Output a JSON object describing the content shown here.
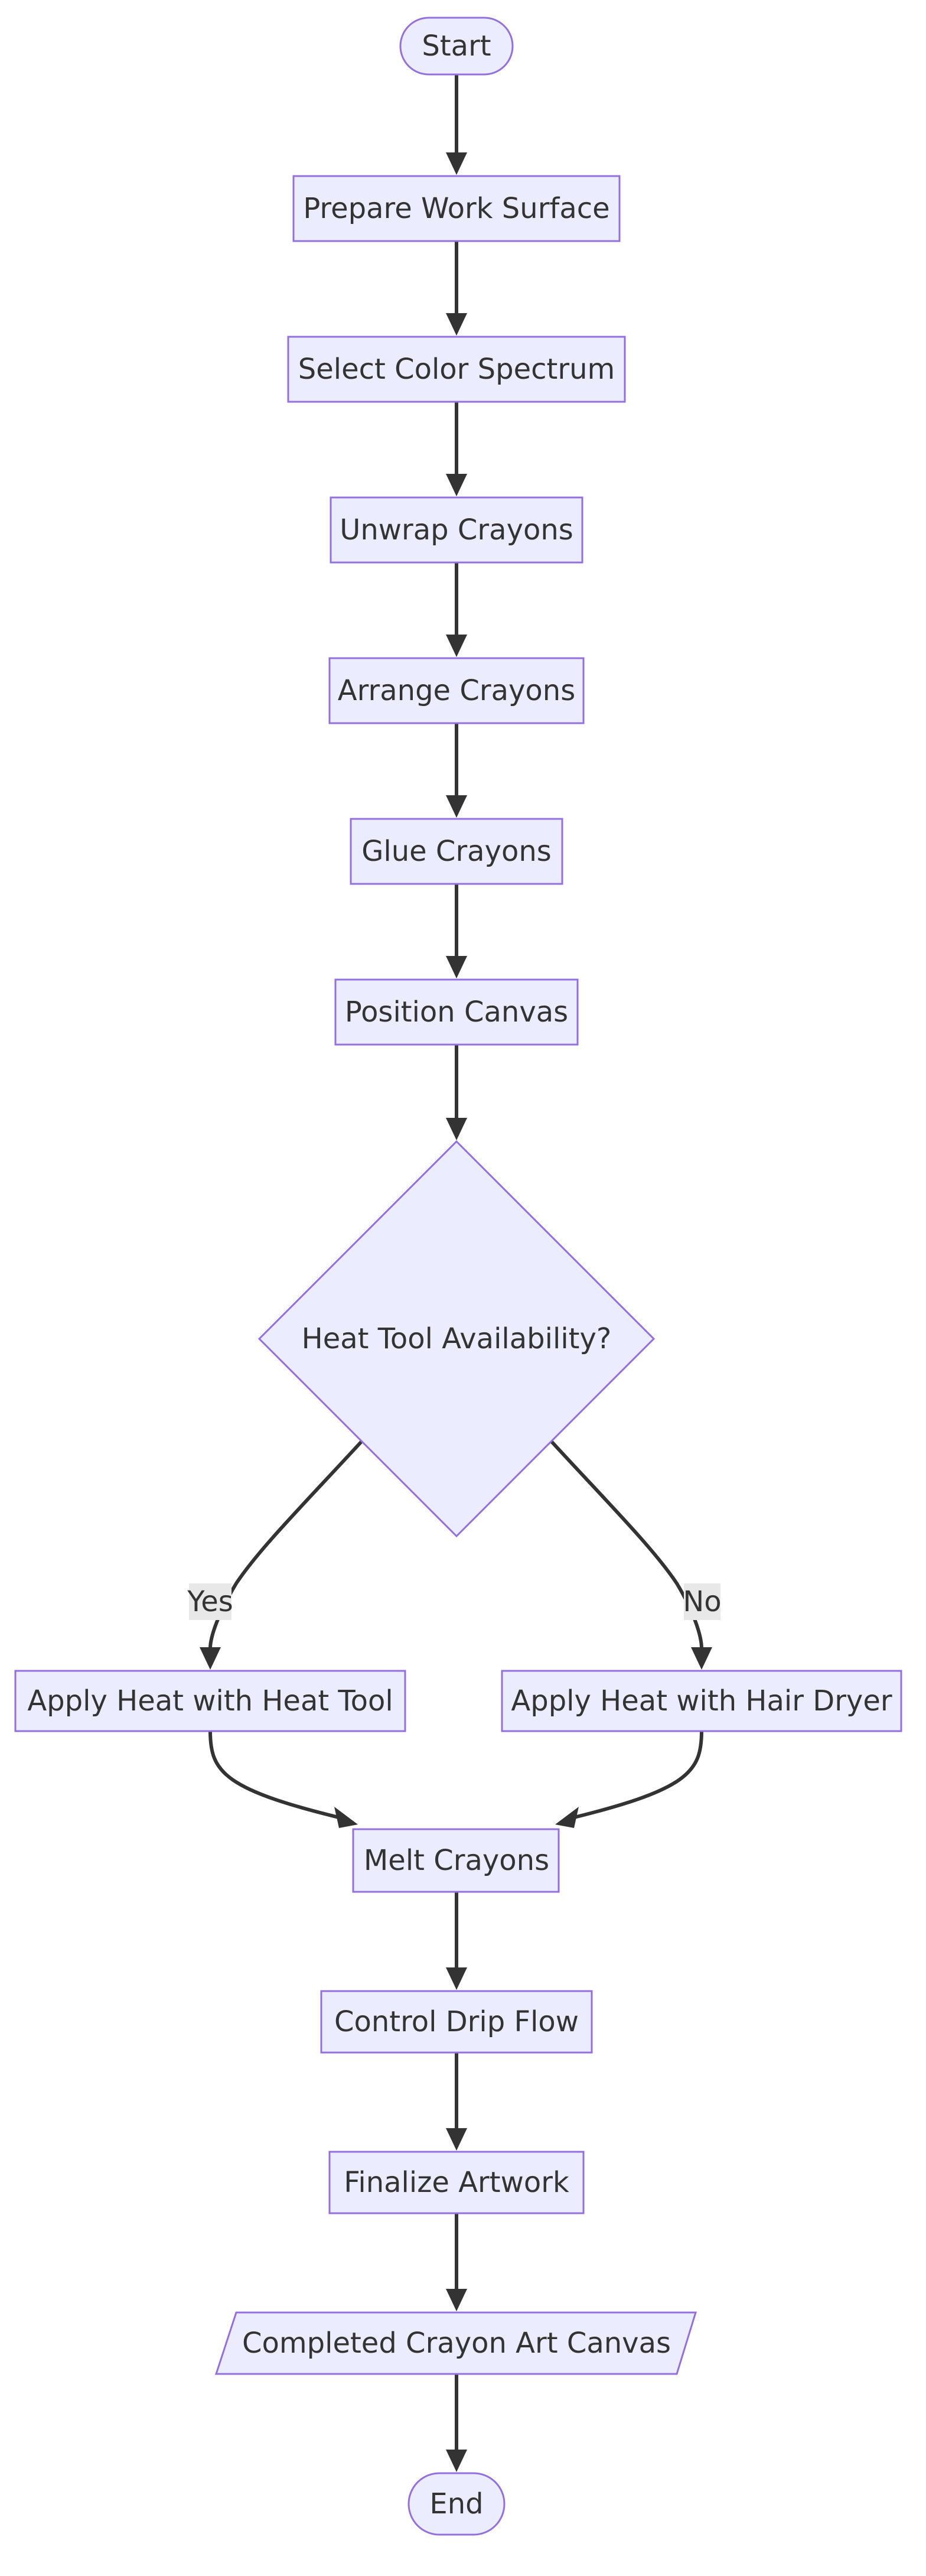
{
  "flowchart": {
    "nodes": {
      "start": "Start",
      "prepare": "Prepare Work Surface",
      "select": "Select Color Spectrum",
      "unwrap": "Unwrap Crayons",
      "arrange": "Arrange Crayons",
      "glue": "Glue Crayons",
      "position": "Position Canvas",
      "decision": "Heat Tool Availability?",
      "heat_tool": "Apply Heat with Heat Tool",
      "hair_dryer": "Apply Heat with Hair Dryer",
      "melt": "Melt Crayons",
      "control": "Control Drip Flow",
      "finalize": "Finalize Artwork",
      "completed": "Completed Crayon Art Canvas",
      "end": "End"
    },
    "edge_labels": {
      "yes": "Yes",
      "no": "No"
    },
    "colors": {
      "node_fill": "#ececff",
      "node_stroke": "#9370db",
      "edge": "#333333",
      "edge_label_bg": "#e8e8e8"
    }
  }
}
